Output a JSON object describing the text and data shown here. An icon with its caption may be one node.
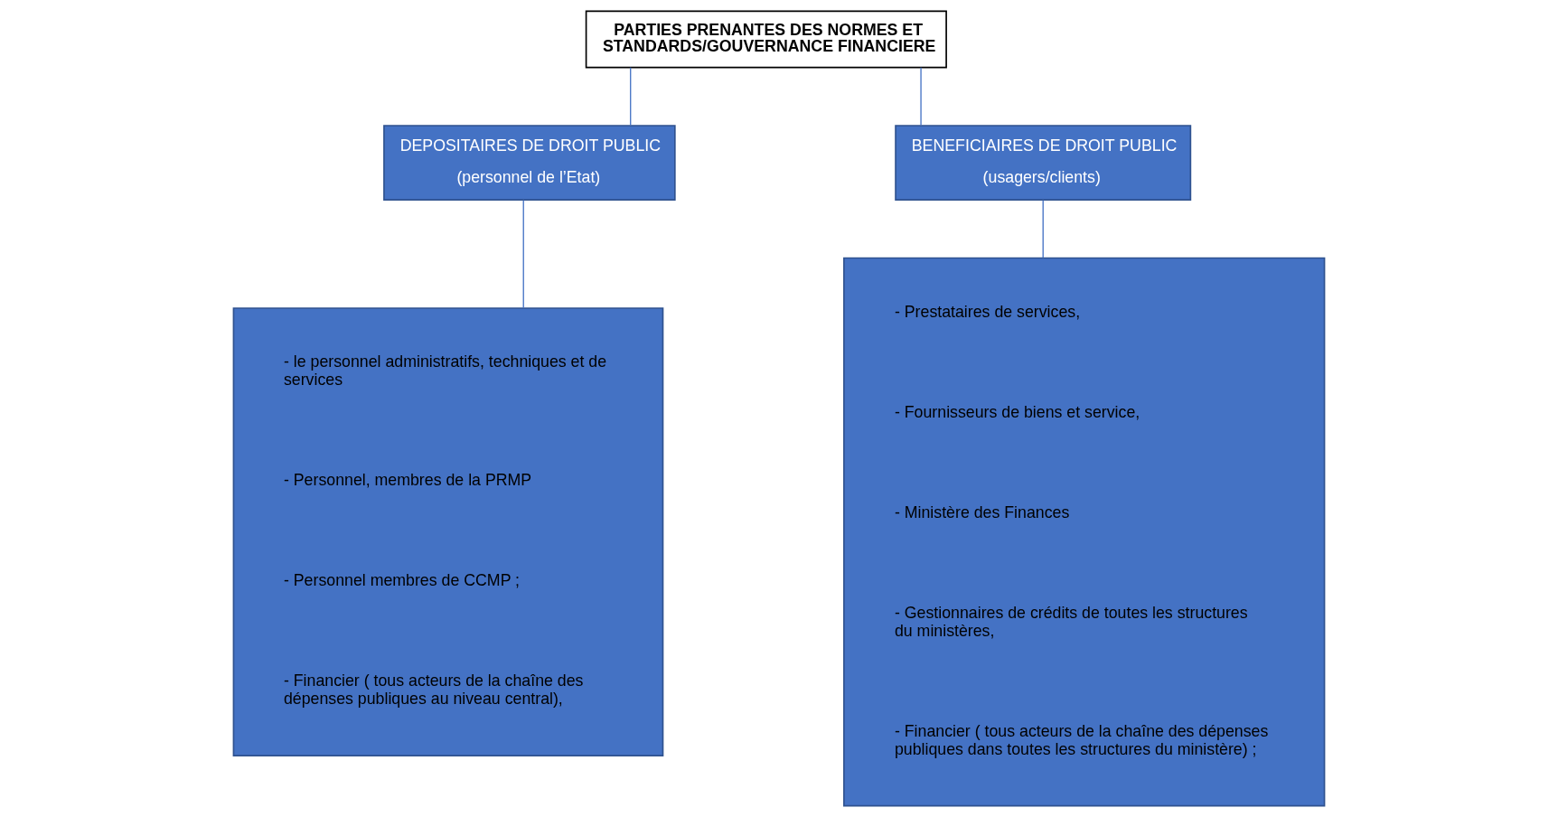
{
  "diagram": {
    "nodes": [
      {
        "text": [
          "PARTIES PRENANTES DES NORMES ET STANDARDS/GOUVERNANCE FINANCIERE"
        ]
      },
      {
        "text": [
          "DEPOSITAIRES DE DROIT PUBLIC",
          "(personnel de l’Etat)"
        ]
      },
      {
        "text": [
          "BENEFICIAIRES DE DROIT PUBLIC",
          "(usagers/clients)"
        ]
      },
      {
        "text": [
          "- le personnel administratifs, techniques et de services",
          "- Personnel, membres de la PRMP",
          "- Personnel membres de CCMP ;",
          "- Financier ( tous acteurs de la chaîne des dépenses publiques au niveau central),"
        ]
      },
      {
        "text": [
          "- Prestataires de services,",
          "- Fournisseurs de biens et service,",
          "- Ministère des Finances",
          "- Gestionnaires de crédits de toutes les structures du ministères,",
          "- Financier ( tous acteurs de la chaîne des dépenses publiques dans toutes les structures du ministère) ;"
        ]
      }
    ],
    "edges": [
      {
        "from": 0,
        "to": 1,
        "arrow": "none"
      },
      {
        "from": 0,
        "to": 2,
        "arrow": "none"
      },
      {
        "from": 1,
        "to": 3,
        "arrow": "none"
      },
      {
        "from": 2,
        "to": 4,
        "arrow": "none"
      }
    ]
  }
}
